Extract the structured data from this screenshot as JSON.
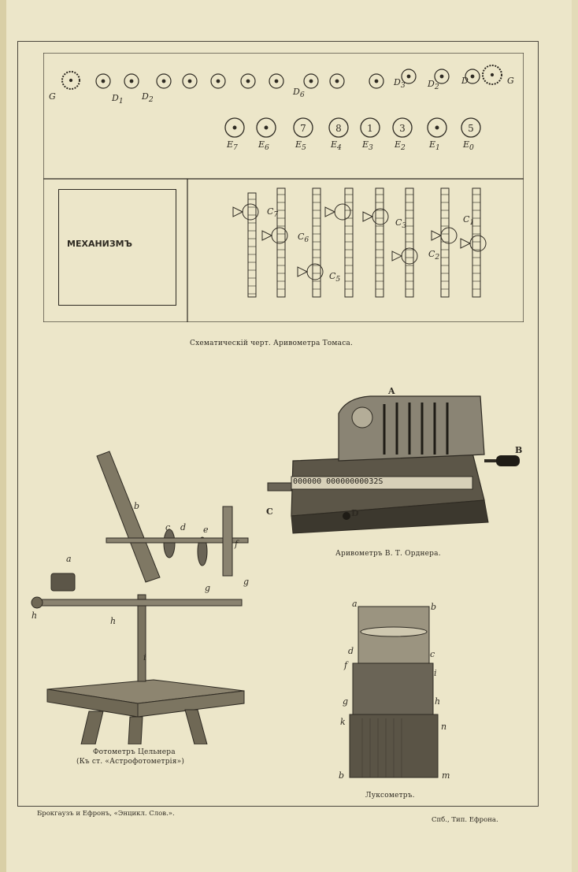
{
  "scheme": {
    "caption": "Схематическій черт. Аривометра Томаса.",
    "mechanism_label": "МЕХАНИЗМЪ",
    "top_row_labels": [
      "G",
      "D",
      "D",
      "D",
      "D",
      "D",
      "D",
      "G"
    ],
    "top_row_subs": [
      "",
      "1",
      "2",
      "6",
      "3",
      "2",
      "",
      ""
    ],
    "e_digits": [
      "",
      "",
      "7",
      "8",
      "1",
      "3",
      "",
      "5"
    ],
    "e_labels": [
      "E",
      "E",
      "E",
      "E",
      "E",
      "E",
      "E",
      "E"
    ],
    "e_subs": [
      "7",
      "6",
      "5",
      "4",
      "3",
      "2",
      "1",
      "0"
    ],
    "c_labels": [
      "C",
      "C",
      "C",
      "C",
      "C",
      "C"
    ],
    "c_subs": [
      "7",
      "6",
      "5",
      "3",
      "2",
      "1"
    ]
  },
  "ordner": {
    "caption": "Аривометръ В. Т. Орднера.",
    "labels": {
      "a": "A",
      "b": "B",
      "c": "C",
      "d": "D"
    },
    "display_digits": "000000  00000000032S"
  },
  "photometer": {
    "caption_line1": "Фотометръ Цельнера",
    "caption_line2": "(Къ ст. «Астрофотометрія»)",
    "labels": [
      "a",
      "b",
      "c",
      "d",
      "e",
      "f",
      "g",
      "g",
      "h",
      "h",
      "i"
    ]
  },
  "luxometer": {
    "caption": "Луксометръ.",
    "labels": [
      "a",
      "b",
      "d",
      "c",
      "f",
      "i",
      "g",
      "h",
      "k",
      "n",
      "b",
      "m"
    ]
  },
  "footer": {
    "left": "Брокгаузъ и Ефронъ, «Энцикл. Слов.».",
    "right": "Спб., Тип. Ефрона."
  }
}
